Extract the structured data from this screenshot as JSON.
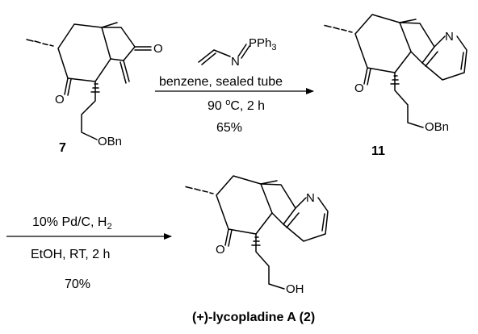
{
  "step1": {
    "reagent_prefix": "N",
    "reagent_suffix": "PPh",
    "reagent_sub": "3",
    "solvent": "benzene, sealed tube",
    "temp_value": "90 ",
    "temp_deg": "o",
    "temp_unit": "C, 2 h",
    "yield": "65%"
  },
  "step2": {
    "catalyst_text": "10% Pd/C, H",
    "catalyst_sub": "2",
    "conditions": "EtOH, RT, 2 h",
    "yield": "70%"
  },
  "compounds": {
    "start": {
      "label": "7",
      "ketone_o_top": "O",
      "ketone_o_bottom": "O",
      "ether": "OBn"
    },
    "intermediate": {
      "label": "11",
      "n": "N",
      "ketone_o": "O",
      "ether": "OBn"
    },
    "product": {
      "label": "(+)-lycopladine A (2)",
      "n": "N",
      "ketone_o": "O",
      "hydroxyl": "OH"
    }
  }
}
